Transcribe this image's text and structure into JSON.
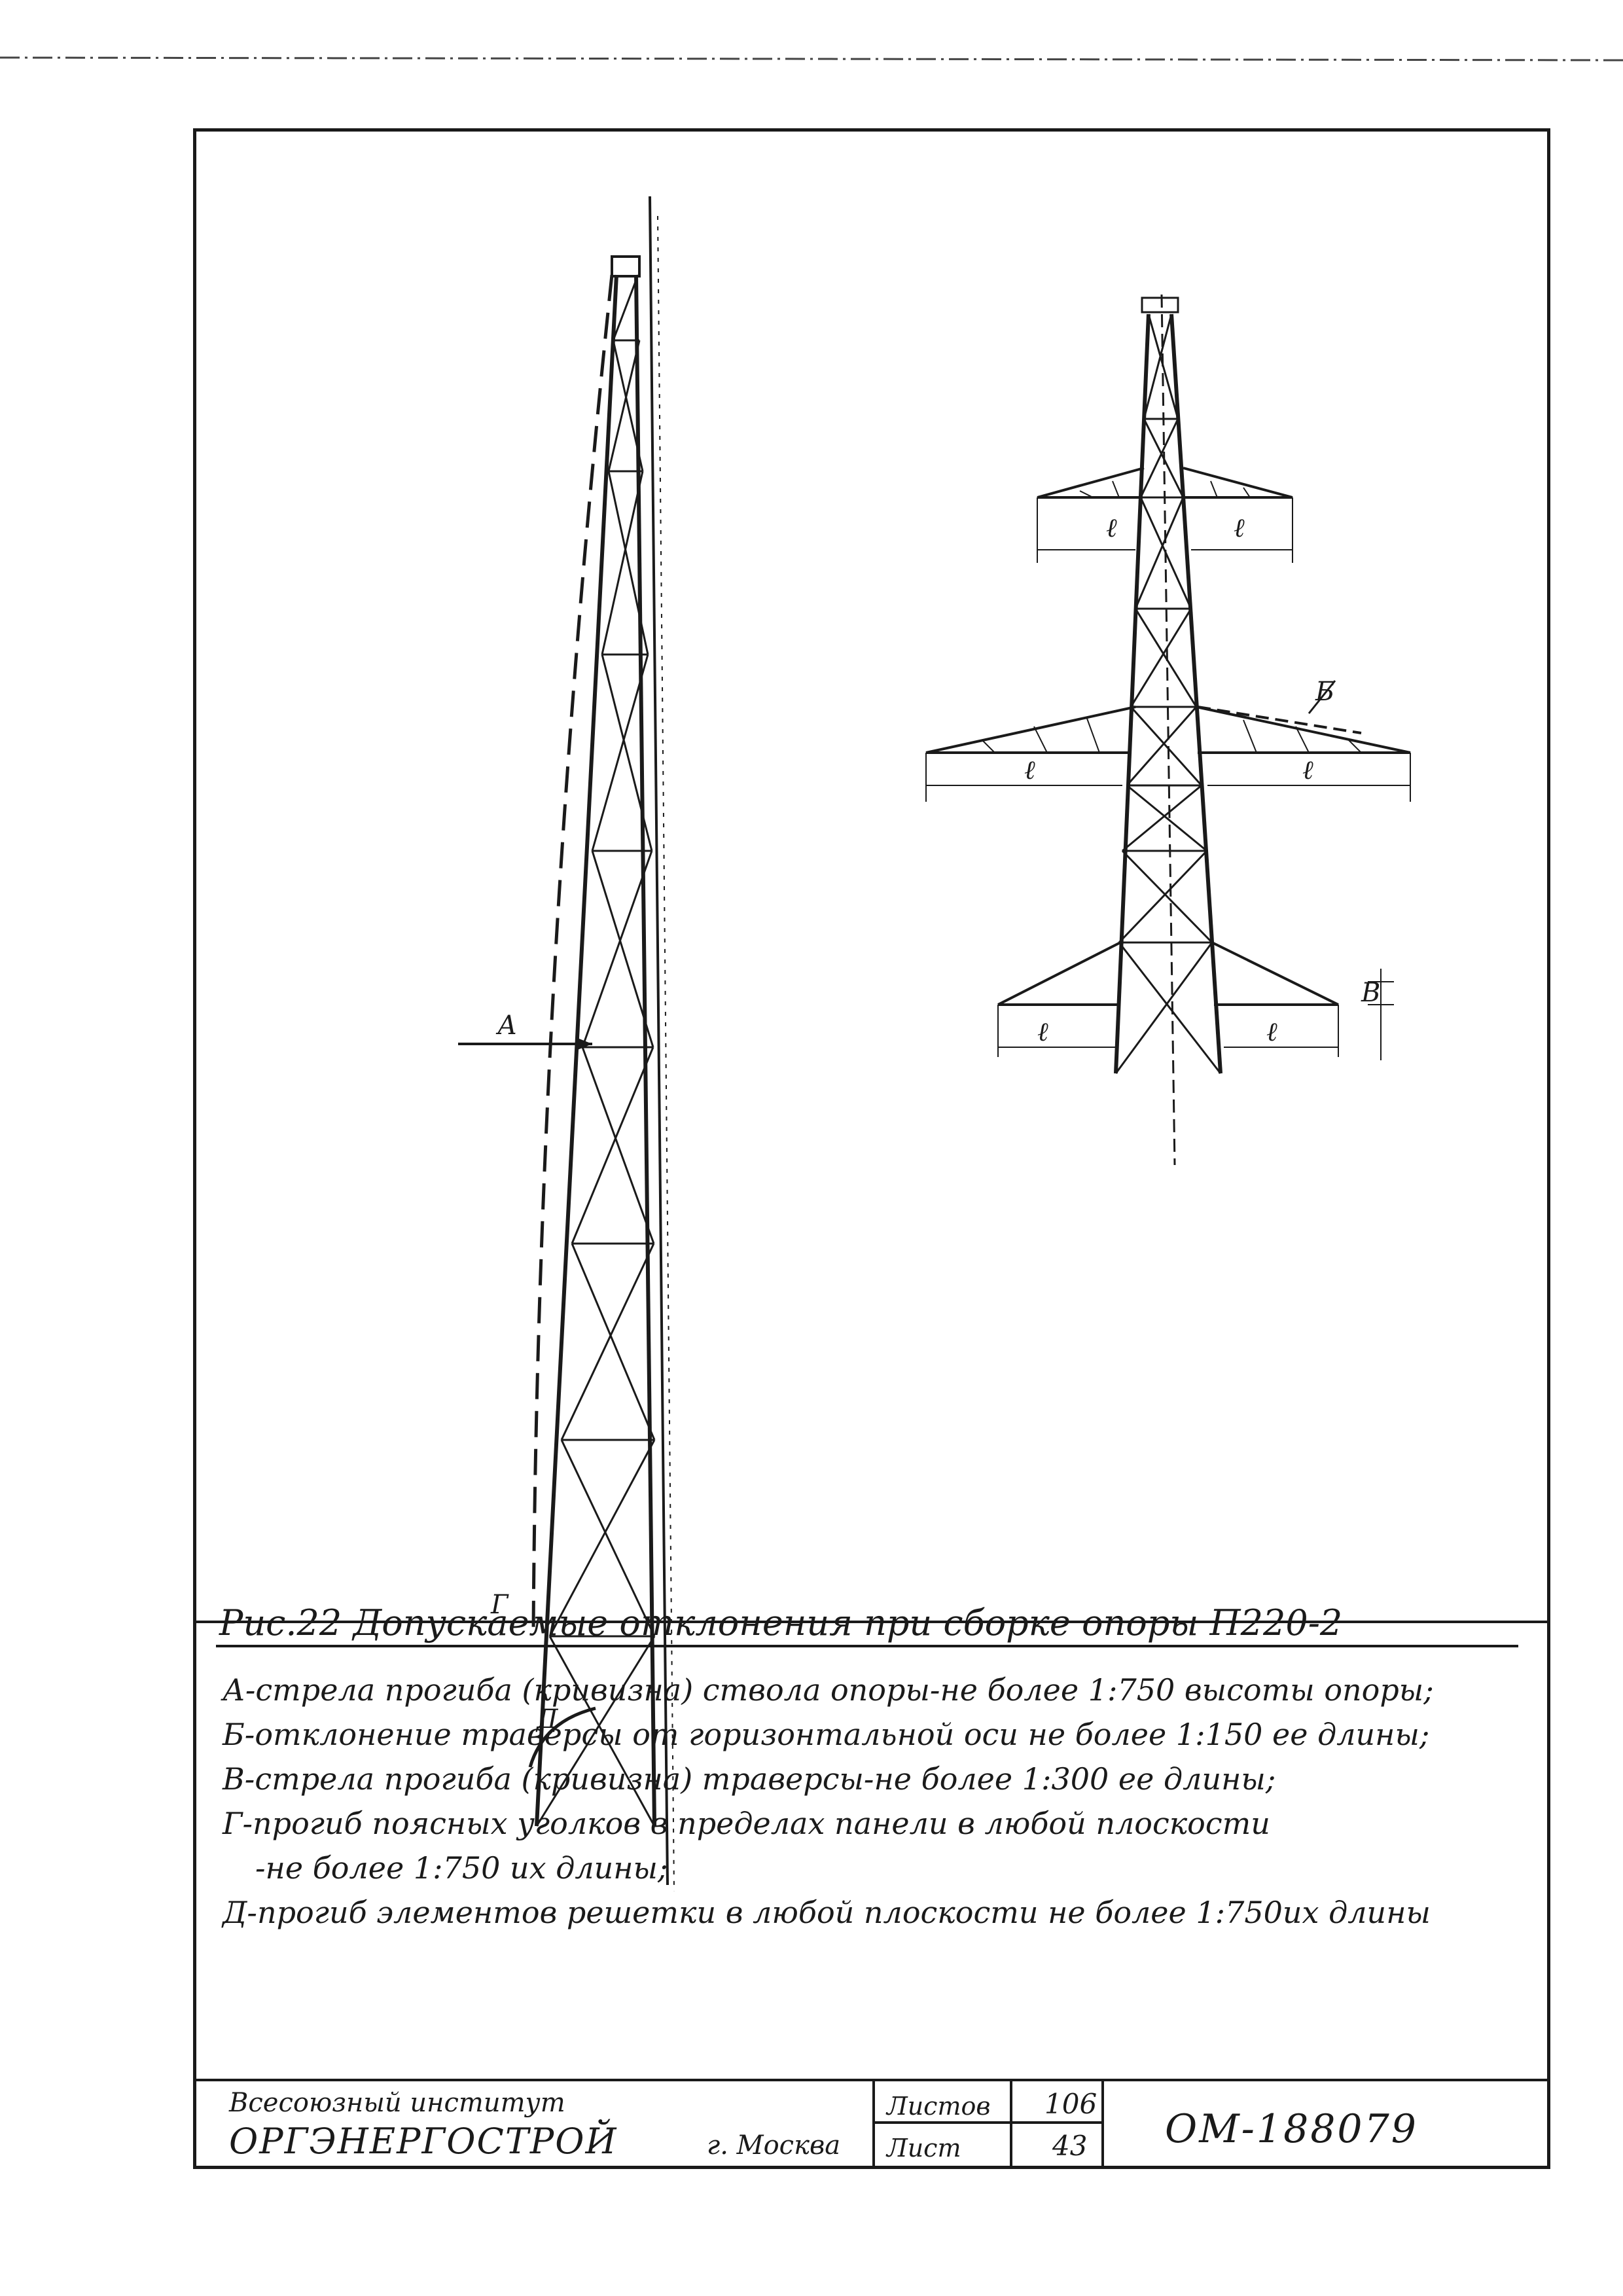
{
  "drawing": {
    "labels": {
      "a": "А",
      "g": "Г",
      "d": "Д",
      "b": "Б",
      "v": "В",
      "l": "ℓ"
    }
  },
  "caption": "Рис.22 Допускаемые отклонения при сборке опоры П220-2",
  "notes": [
    "А-стрела прогиба (кривизна) ствола опоры-не более 1:750 высоты опоры;",
    "Б-отклонение траверсы от горизонтальной оси не более 1:150 ее длины;",
    "В-стрела прогиба (кривизна) траверсы-не более 1:300 ее длины;",
    "Г-прогиб поясных уголков в пределах панели в любой плоскости",
    "-не более 1:750 их длины;",
    "Д-прогиб элементов решетки в любой плоскости не более 1:750их длины"
  ],
  "title_block": {
    "org_line1": "Всесоюзный институт",
    "org_line2": "ОРГЭНЕРГОСТРОЙ",
    "city": "г. Москва",
    "sheets_label": "Листов",
    "sheets_value": "106",
    "sheet_label": "Лист",
    "sheet_value": "43",
    "code": "ОМ-188079"
  }
}
